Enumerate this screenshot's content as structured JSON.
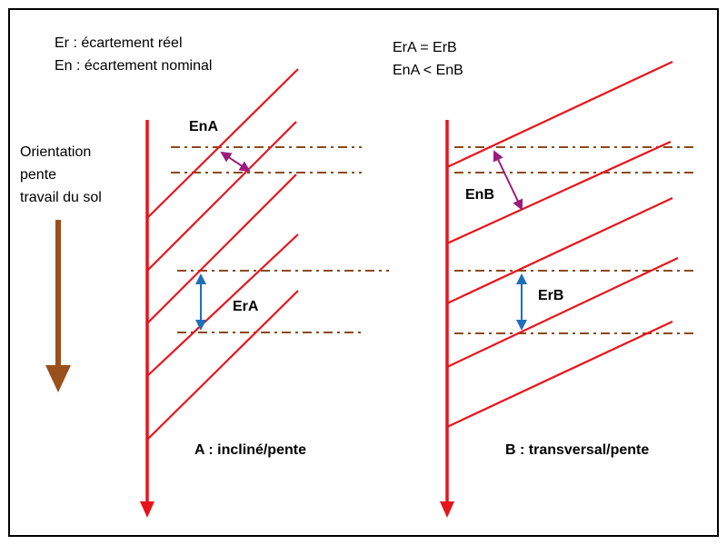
{
  "legend": {
    "line1": "Er : écartement réel",
    "line2": "En : écartement nominal"
  },
  "relations": {
    "line1": "ErA = ErB",
    "line2": "EnA < EnB"
  },
  "orientation": {
    "line1": "Orientation",
    "line2": "pente",
    "line3": "travail du sol"
  },
  "diagram_a": {
    "en_label": "EnA",
    "er_label": "ErA",
    "caption": "A : incliné/pente"
  },
  "diagram_b": {
    "en_label": "EnB",
    "er_label": "ErB",
    "caption": "B : transversal/pente"
  },
  "colors": {
    "red": "#e8141b",
    "brown_arrow": "#99501c",
    "dashdot": "#8a4a1e",
    "magenta": "#9b1c7c",
    "blue": "#1f6fb8",
    "border": "#000000"
  }
}
